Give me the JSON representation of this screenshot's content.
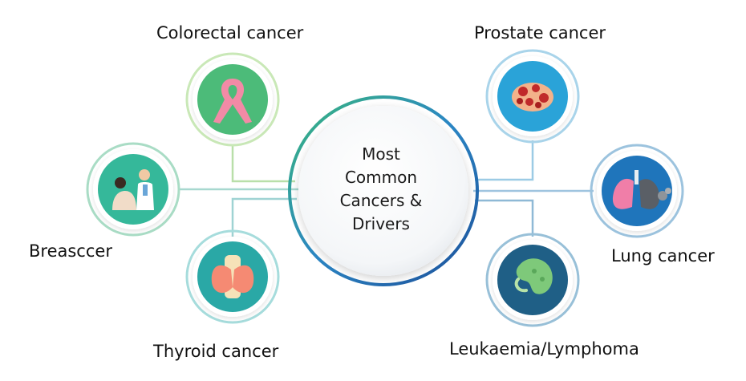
{
  "center": {
    "lines": [
      "Most",
      "Common",
      "Cancers &",
      "Drivers"
    ]
  },
  "nodes": [
    {
      "label": "Colorectal cancer",
      "icon": "pink-ribbon-icon"
    },
    {
      "label": "Prostate cancer",
      "icon": "prostate-cells-icon"
    },
    {
      "label": "Breasccer",
      "icon": "doctor-patient-icon"
    },
    {
      "label": "Lung cancer",
      "icon": "lungs-icon"
    },
    {
      "label": "Thyroid cancer",
      "icon": "thyroid-icon"
    },
    {
      "label": "Leukaemia/Lymphoma",
      "icon": "spleen-icon"
    }
  ],
  "colors": {
    "connector_green": "#a8d5a2",
    "connector_teal": "#8fd1cf",
    "connector_blue": "#9ec9e0",
    "center_ring": "#2e7fb8",
    "icon_bg_green": "#3db88a",
    "icon_bg_teal": "#2fa7a5",
    "icon_bg_blue": "#1f72b8",
    "icon_bg_navy": "#1e5f88"
  }
}
